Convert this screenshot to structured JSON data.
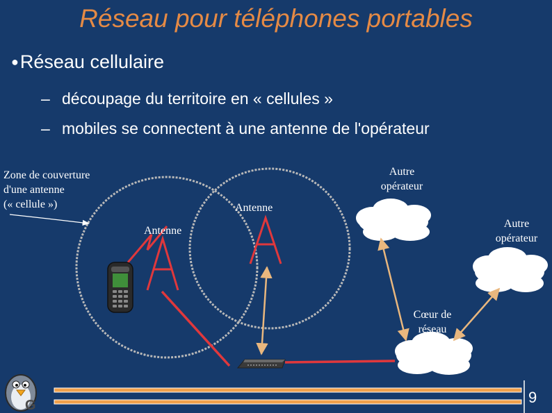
{
  "title": "Réseau pour téléphones portables",
  "bullets": {
    "main": "Réseau cellulaire",
    "sub1": "découpage du territoire en « cellules »",
    "sub2": "mobiles se connectent à une antenne de l'opérateur"
  },
  "labels": {
    "zone_line1": "Zone de couverture",
    "zone_line2": "d'une antenne",
    "zone_line3": "(« cellule »)",
    "antenna_left": "Antenne",
    "antenna_right": "Antenne",
    "other_operator_1_line1": "Autre",
    "other_operator_1_line2": "opérateur",
    "other_operator_2_line1": "Autre",
    "other_operator_2_line2": "opérateur",
    "core_line1": "Cœur de",
    "core_line2": "réseau"
  },
  "page_number": "9",
  "colors": {
    "background": "#163a6b",
    "title": "#e58a45",
    "link_red": "#e0383c",
    "link_tan": "#e9b77e",
    "cell_boundary": "#b9b9b9",
    "cloud": "#ffffff"
  }
}
